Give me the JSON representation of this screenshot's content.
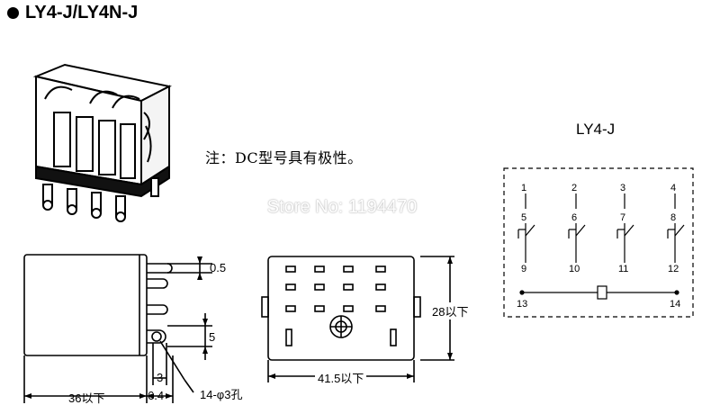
{
  "header": {
    "title": "LY4-J/LY4N-J"
  },
  "note": {
    "text": "注：DC型号具有极性。"
  },
  "watermark": {
    "text": "Store No: 1194470"
  },
  "schematic": {
    "title": "LY4-J",
    "pins_top": [
      "1",
      "2",
      "3",
      "4"
    ],
    "pins_mid": [
      "5",
      "6",
      "7",
      "8"
    ],
    "pins_bottom": [
      "9",
      "10",
      "11",
      "12"
    ],
    "coil_left": "13",
    "coil_right": "14"
  },
  "side_view": {
    "dim_pin_thickness": "0.5",
    "dim_pin_spacing": "5",
    "dim_hole_offset": "3",
    "dim_body_length": "36以下",
    "dim_pin_length": "6.4",
    "dim_hole": "14-φ3孔"
  },
  "front_view": {
    "dim_width": "41.5以下",
    "dim_height": "28以下"
  }
}
